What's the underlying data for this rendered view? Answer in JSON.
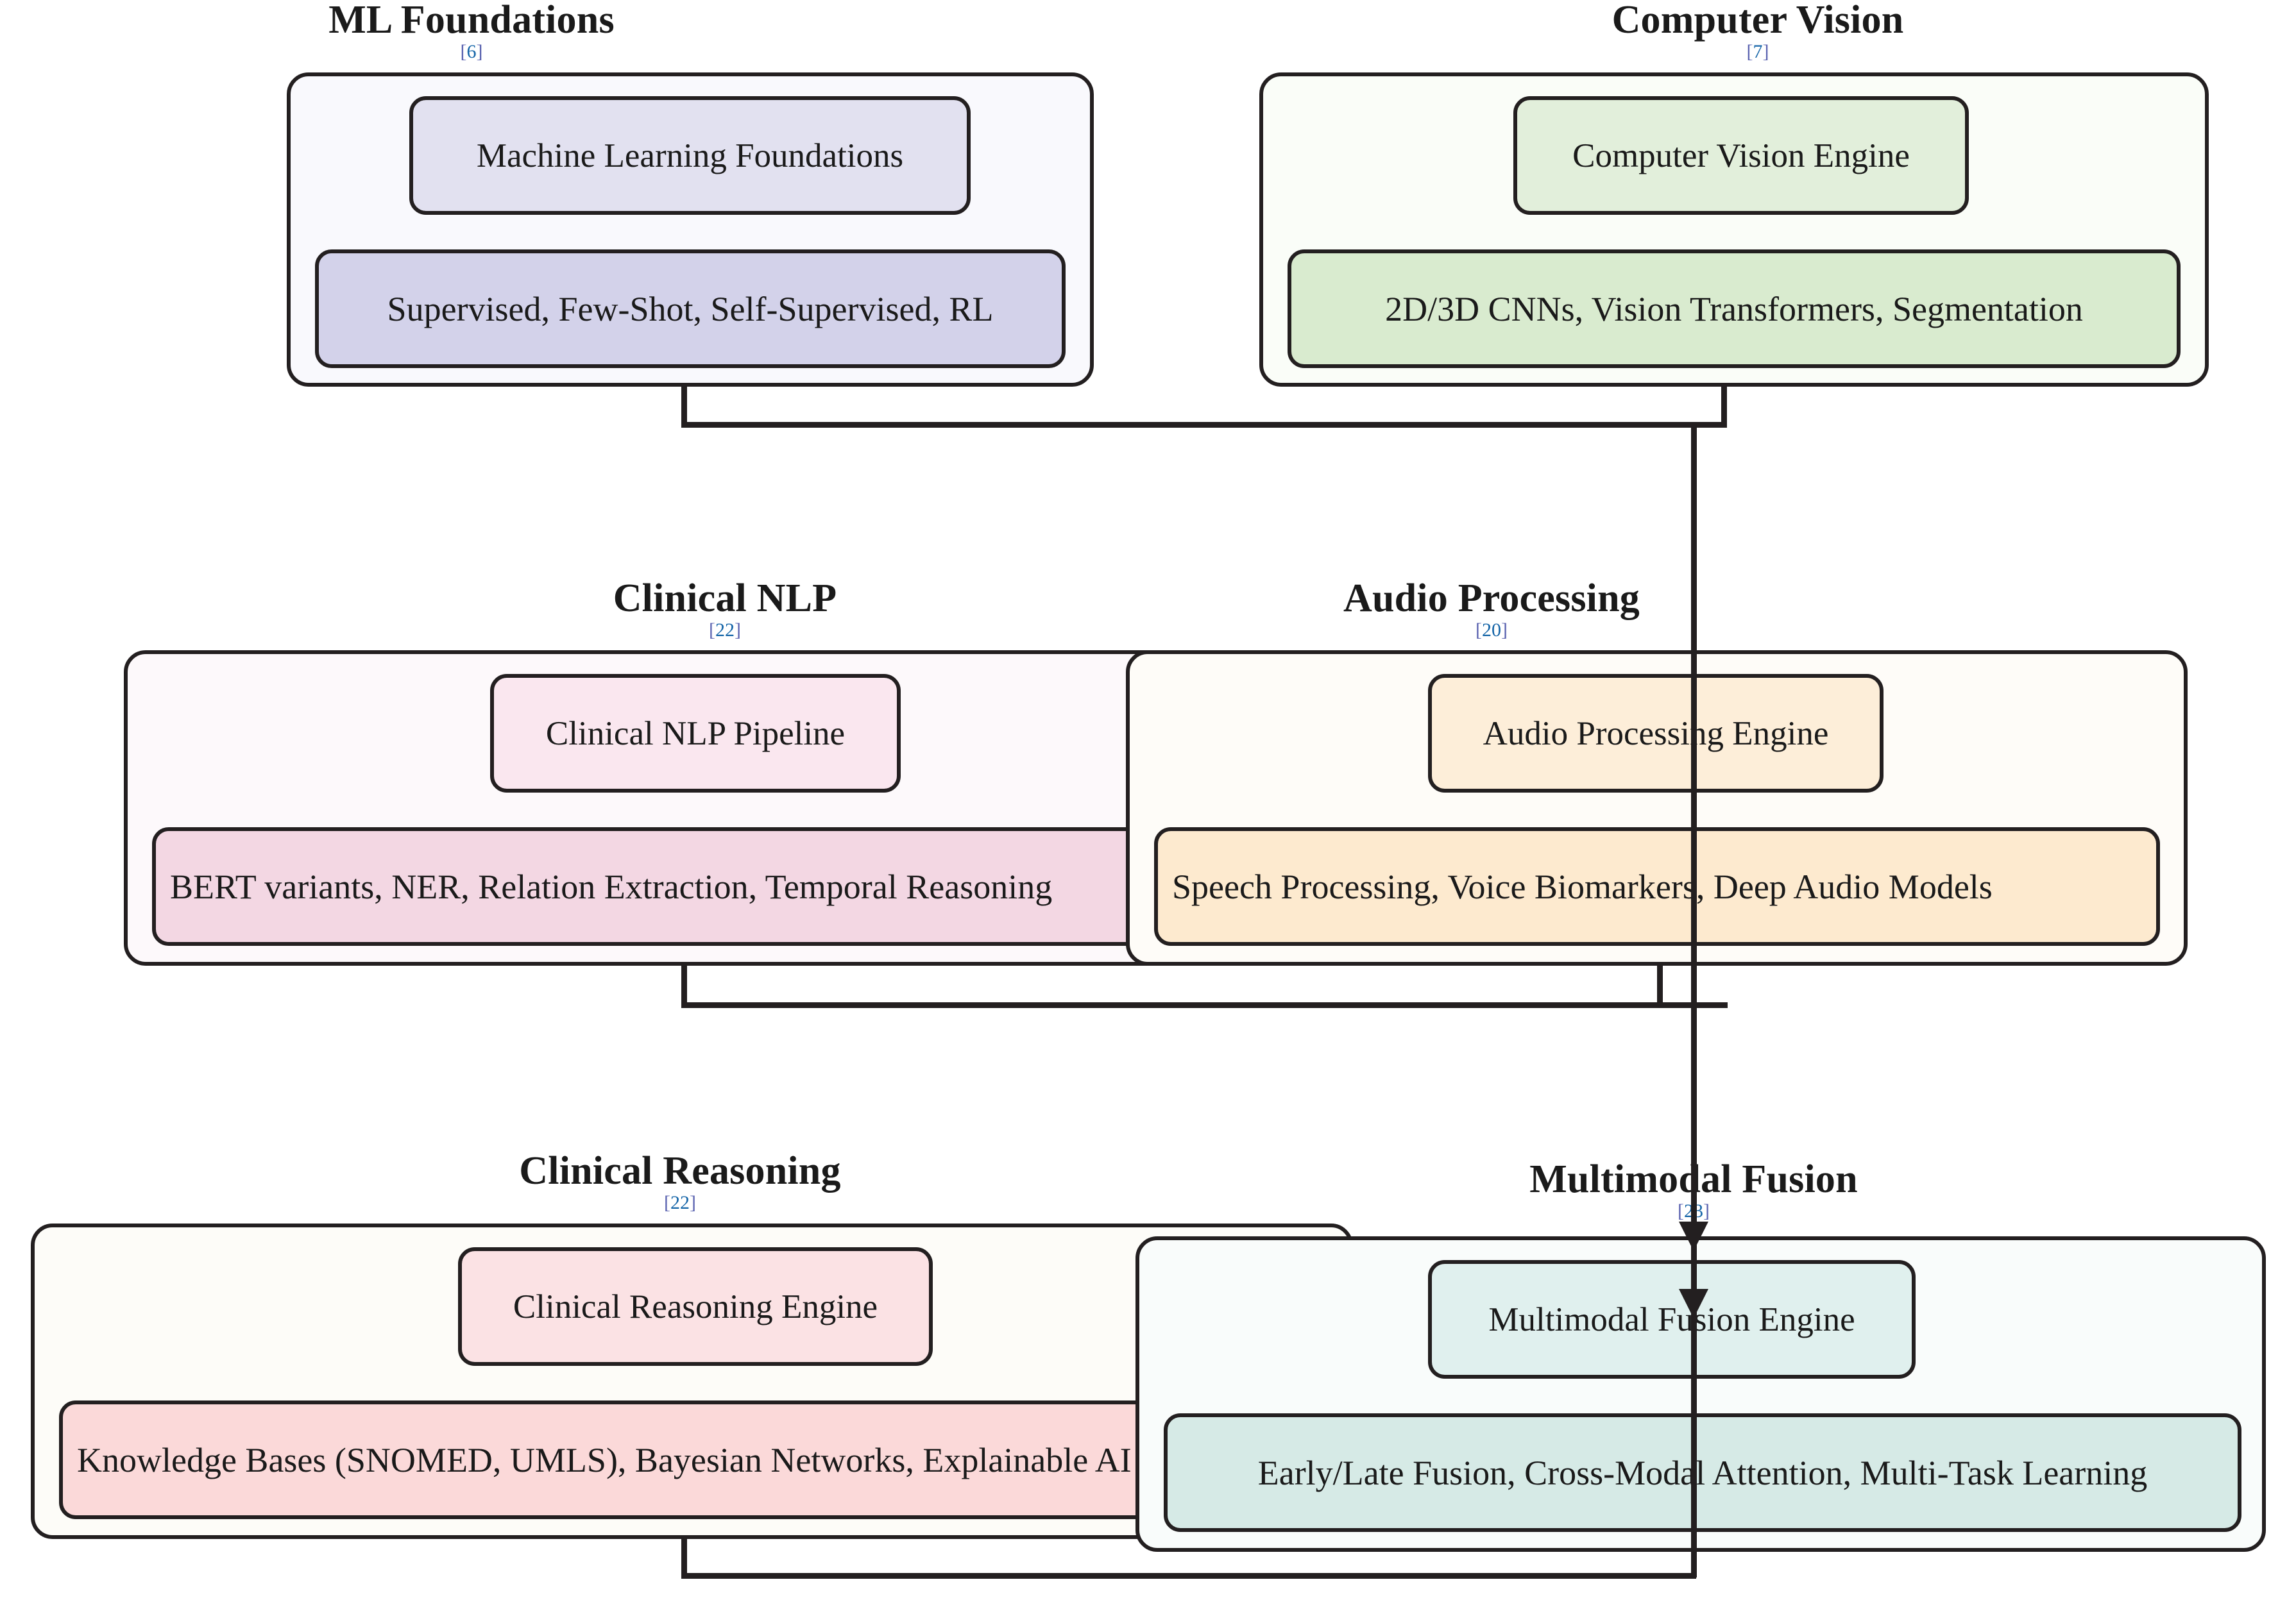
{
  "diagram": {
    "type": "layered-block-diagram",
    "background": "#ffffff",
    "stroke_color": "#231f20",
    "citation_color": "#1565a8",
    "groups": [
      {
        "id": "ml-foundations",
        "title": "ML Foundations",
        "citation": "[6]",
        "fill": "#f9f9fd",
        "nodes": [
          {
            "id": "ml-engine",
            "label": "Machine Learning Foundations",
            "fill": "#e2e1f0"
          },
          {
            "id": "ml-detail",
            "label": "Supervised, Few-Shot, Self-Supervised, RL",
            "fill": "#d3d2ea"
          }
        ]
      },
      {
        "id": "computer-vision",
        "title": "Computer Vision",
        "citation": "[7]",
        "fill": "#fafdf8",
        "nodes": [
          {
            "id": "cv-engine",
            "label": "Computer Vision Engine",
            "fill": "#e2efdb"
          },
          {
            "id": "cv-detail",
            "label": "2D/3D CNNs, Vision Transformers, Segmentation",
            "fill": "#d9ebcf"
          }
        ]
      },
      {
        "id": "clinical-nlp",
        "title": "Clinical NLP",
        "citation": "[22]",
        "fill": "#fdf9fb",
        "nodes": [
          {
            "id": "nlp-engine",
            "label": "Clinical NLP Pipeline",
            "fill": "#fae7ef"
          },
          {
            "id": "nlp-detail",
            "label": "BERT variants, NER, Relation Extraction, Temporal Reasoning",
            "fill": "#f3d7e3"
          }
        ]
      },
      {
        "id": "audio-processing",
        "title": "Audio Processing",
        "citation": "[20]",
        "fill": "#fefcf8",
        "nodes": [
          {
            "id": "audio-engine",
            "label": "Audio Processing Engine",
            "fill": "#fdeed9"
          },
          {
            "id": "audio-detail",
            "label": "Speech Processing, Voice Biomarkers, Deep Audio Models",
            "fill": "#fdeacf"
          }
        ]
      },
      {
        "id": "clinical-reasoning",
        "title": "Clinical Reasoning",
        "citation": "[22]",
        "fill": "#fdfcf8",
        "nodes": [
          {
            "id": "reasoning-engine",
            "label": "Clinical Reasoning Engine",
            "fill": "#fbe2e4"
          },
          {
            "id": "reasoning-detail",
            "label": "Knowledge Bases (SNOMED, UMLS), Bayesian Networks, Explainable AI",
            "fill": "#fbd9d9"
          }
        ]
      },
      {
        "id": "multimodal-fusion",
        "title": "Multimodal Fusion",
        "citation": "[23]",
        "fill": "#f9fcfb",
        "nodes": [
          {
            "id": "fusion-engine",
            "label": "Multimodal Fusion Engine",
            "fill": "#e0f0ee"
          },
          {
            "id": "fusion-detail",
            "label": "Early/Late Fusion, Cross-Modal Attention, Multi-Task Learning",
            "fill": "#d6eae6"
          }
        ]
      }
    ]
  }
}
